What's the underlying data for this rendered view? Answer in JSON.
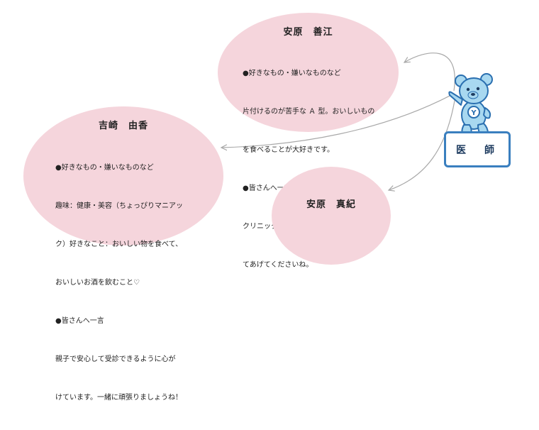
{
  "colors": {
    "bubble_fill": "#f5d5dc",
    "connector": "#a8a8a8",
    "label_border": "#3a7fbf",
    "mascot_fill": "#a8d8f0",
    "mascot_outline": "#2a6fb0"
  },
  "mascot": {
    "icon": "bear-mascot-icon",
    "badge_text": "Y"
  },
  "role_label": "医　師",
  "people": [
    {
      "name": "安原　善江",
      "lines": [
        "●好きなもの・嫌いなものなど",
        "片付けるのが苦手な Ａ 型。おいしいもの",
        "を食べることが大好きです。",
        "●皆さんへ一言",
        "クリニックのエレベーターは、優しく扱っ",
        "てあげてくださいね。"
      ]
    },
    {
      "name": "吉崎　由香",
      "lines": [
        "●好きなもの・嫌いなものなど",
        "趣味：健康・美容（ちょっぴりマニアッ",
        "ク）好きなこと：おいしい物を食べて、",
        "おいしいお酒を飲むこと♡",
        "●皆さんへ一言",
        "親子で安心して受診できるように心が",
        "けています。一緒に頑張りましょうね！"
      ]
    },
    {
      "name": "安原　真紀",
      "lines": []
    }
  ]
}
